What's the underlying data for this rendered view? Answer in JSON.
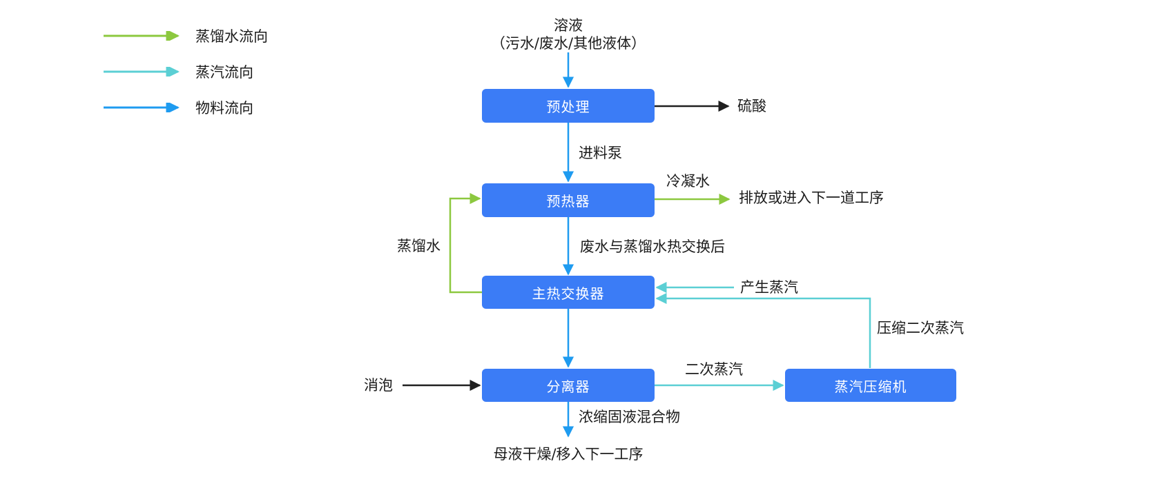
{
  "colors": {
    "node_fill": "#3B7CF6",
    "node_text": "#FFFFFF",
    "distilled_water_flow": "#8CC83F",
    "steam_flow": "#5BCFD4",
    "material_flow": "#1E9BF0",
    "neutral_arrow": "#1F1F1F",
    "label_text": "#1C1C1C"
  },
  "legend": {
    "items": [
      {
        "label": "蒸馏水流向",
        "color": "#8CC83F"
      },
      {
        "label": "蒸汽流向",
        "color": "#5BCFD4"
      },
      {
        "label": "物料流向",
        "color": "#1E9BF0"
      }
    ]
  },
  "source": {
    "line1": "溶液",
    "line2": "（污水/废水/其他液体）"
  },
  "nodes": {
    "pretreatment": "预处理",
    "preheater": "预热器",
    "main_heat_exchanger": "主热交换器",
    "separator": "分离器",
    "steam_compressor": "蒸汽压缩机"
  },
  "edge_labels": {
    "sulfuric_acid": "硫酸",
    "feed_pump": "进料泵",
    "condensate": "冷凝水",
    "discharge_or_next": "排放或进入下一道工序",
    "distilled_water": "蒸馏水",
    "after_heat_exchange": "废水与蒸馏水热交换后",
    "generated_steam": "产生蒸汽",
    "compressed_secondary_steam": "压缩二次蒸汽",
    "defoam": "消泡",
    "secondary_steam": "二次蒸汽",
    "concentrated_mixture": "浓缩固液混合物",
    "mother_liquor_out": "母液干燥/移入下一工序"
  }
}
